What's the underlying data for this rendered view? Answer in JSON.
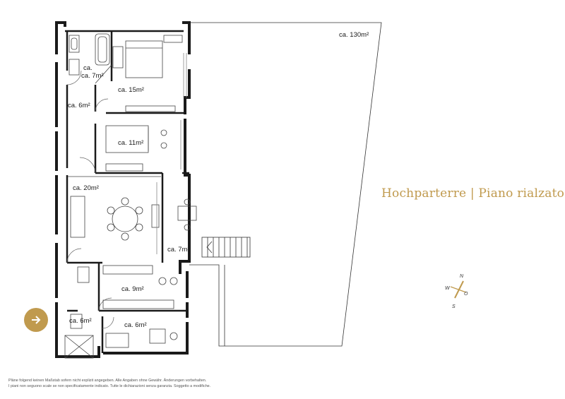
{
  "title": "Hochparterre | Piano rialzato",
  "rooms": {
    "bath": "ca. 7m²",
    "bedroom_main": "ca. 15m²",
    "hall": "ca. 6m²",
    "bedroom_2": "ca. 11m²",
    "living": "ca. 20m²",
    "terrace": "ca. 7m²",
    "kitchen": "ca. 9m²",
    "entry": "ca. 6m²",
    "bath_2": "ca. 6m²",
    "garden": "ca. 130m²"
  },
  "compass": {
    "n": "N",
    "w": "W",
    "o": "O",
    "s": "S"
  },
  "footer": {
    "line1": "Pläne folgend keinen Maßstab sofern nicht explizit angegeben. Alle Angaben ohne Gewähr. Änderungen vorbehalten.",
    "line2": "I piani non seguono scale se non specificatamente indicato. Tutte le dichiarazioni senza garanzia. Soggetto a modifiche."
  },
  "colors": {
    "accent": "#c09a4e",
    "wall": "#1a1a1a"
  },
  "icons": {
    "entry": "arrow-right-icon",
    "compass": "compass-icon"
  }
}
